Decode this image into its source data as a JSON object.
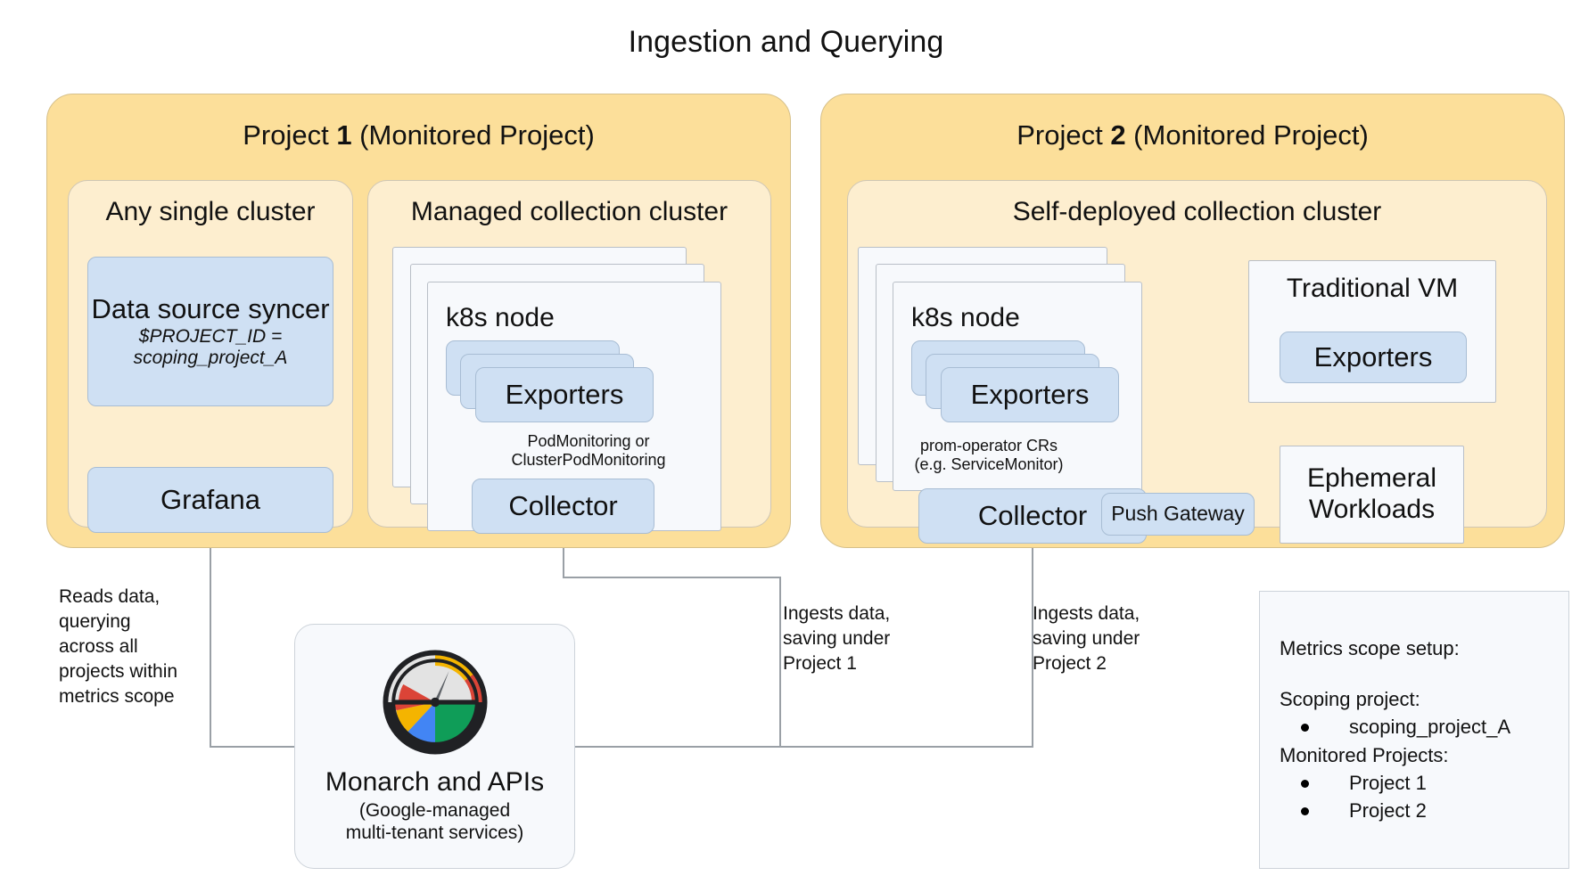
{
  "title": "Ingestion and Querying",
  "colors": {
    "project_panel": "#fcdf9a",
    "cluster_panel": "#fdeecf",
    "component": "#cfe0f3",
    "node_card": "#f7f9fc",
    "line": "#9aa0a6"
  },
  "projects": [
    {
      "title_prefix": "Project ",
      "title_number": "1",
      "title_suffix": " (Monitored Project)",
      "clusters": [
        {
          "title": "Any single cluster",
          "components": [
            {
              "label": "Data source syncer",
              "sub_line1": "$PROJECT_ID =",
              "sub_line2": "scoping_project_A"
            },
            {
              "label": "Grafana"
            }
          ]
        },
        {
          "title": "Managed collection cluster",
          "node_title": "k8s node",
          "components": [
            {
              "label": "Exporters"
            },
            {
              "label": "Collector"
            }
          ],
          "edge_note": "PodMonitoring or\nClusterPodMonitoring"
        }
      ]
    },
    {
      "title_prefix": "Project ",
      "title_number": "2",
      "title_suffix": " (Monitored Project)",
      "clusters": [
        {
          "title": "Self-deployed collection cluster",
          "node_title": "k8s node",
          "components": [
            {
              "label": "Exporters"
            },
            {
              "label": "Collector"
            },
            {
              "label": "Push Gateway"
            }
          ],
          "edge_note": "prom-operator CRs\n(e.g. ServiceMonitor)",
          "side_boxes": [
            {
              "title": "Traditional VM",
              "component": "Exporters"
            },
            {
              "center": "Ephemeral\nWorkloads"
            }
          ]
        }
      ]
    }
  ],
  "notes": {
    "read": "Reads data,\nquerying\nacross all\nprojects within\nmetrics scope",
    "ingest_p1": "Ingests data,\nsaving under\nProject 1",
    "ingest_p2": "Ingests data,\nsaving under\nProject 2"
  },
  "monarch": {
    "name": "Monarch and APIs",
    "subtitle": "(Google-managed\nmulti-tenant services)",
    "icon": "gauge-icon"
  },
  "legend": {
    "heading": "Metrics scope setup:",
    "scoping_label": "Scoping project:",
    "scoping_items": [
      "scoping_project_A"
    ],
    "monitored_label": "Monitored Projects:",
    "monitored_items": [
      "Project 1",
      "Project 2"
    ]
  }
}
